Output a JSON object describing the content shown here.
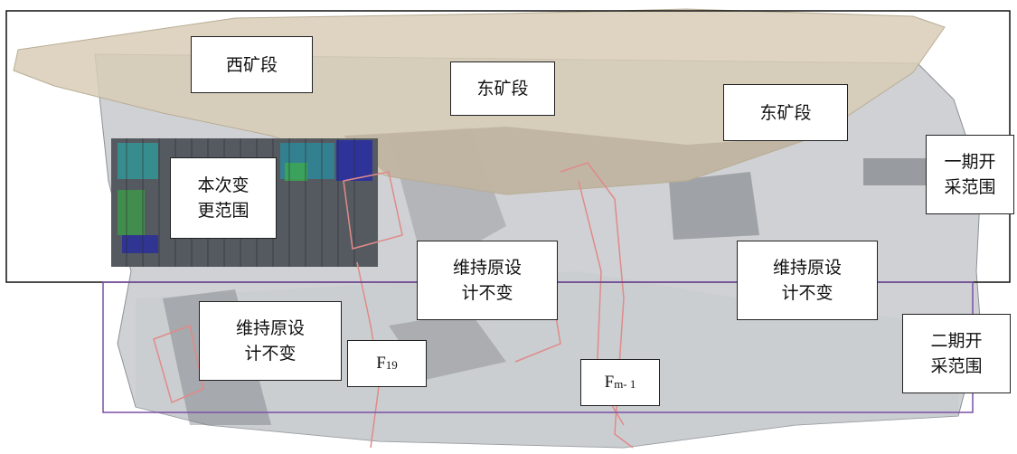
{
  "labels": {
    "west_section": "西矿段",
    "east_section_1": "东矿段",
    "east_section_2": "东矿段",
    "change_scope_line1": "本次变",
    "change_scope_line2": "更范围",
    "phase1_line1": "一期开",
    "phase1_line2": "采范围",
    "keep_design_1_line1": "维持原设",
    "keep_design_1_line2": "计不变",
    "keep_design_2_line1": "维持原设",
    "keep_design_2_line2": "计不变",
    "keep_design_3_line1": "维持原设",
    "keep_design_3_line2": "计不变",
    "phase2_line1": "二期开",
    "phase2_line2": "采范围",
    "fault_f19_main": "F",
    "fault_f19_sub": "19",
    "fault_fm1_main": "F",
    "fault_fm1_sub": "m- 1"
  },
  "colors": {
    "phase1_frame": "#111111",
    "phase2_frame": "#7b4fa6",
    "orebody_gray": "#9a9ea3",
    "surface_tan": "#d8cdb6",
    "fault_red": "#e08a8a"
  }
}
